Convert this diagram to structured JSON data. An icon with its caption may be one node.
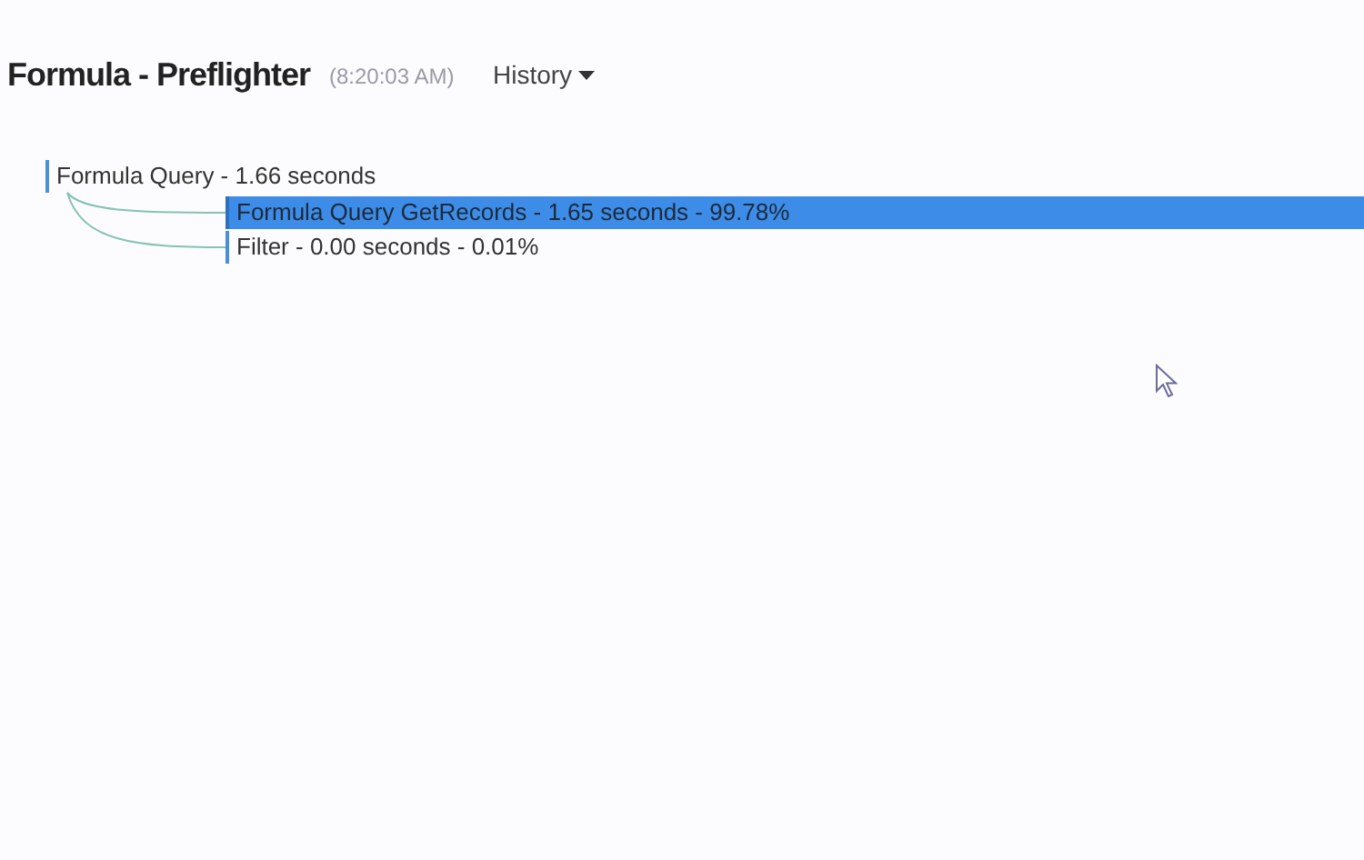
{
  "diagram": {
    "title": "Formula - Preflighter",
    "nodes": [
      {
        "text": [
          "Formula Query - 1.66 seconds"
        ]
      },
      {
        "text": [
          "Formula Query GetRecords - 1.65 seconds - 99.78%"
        ]
      },
      {
        "text": [
          "Filter - 0.00 seconds - 0.01%"
        ]
      }
    ],
    "edges": [
      {
        "from": 0,
        "to": 1,
        "arrow": "none"
      },
      {
        "from": 0,
        "to": 2,
        "arrow": "none"
      }
    ],
    "labels": [
      "(8:20:03 AM)",
      "History"
    ]
  }
}
